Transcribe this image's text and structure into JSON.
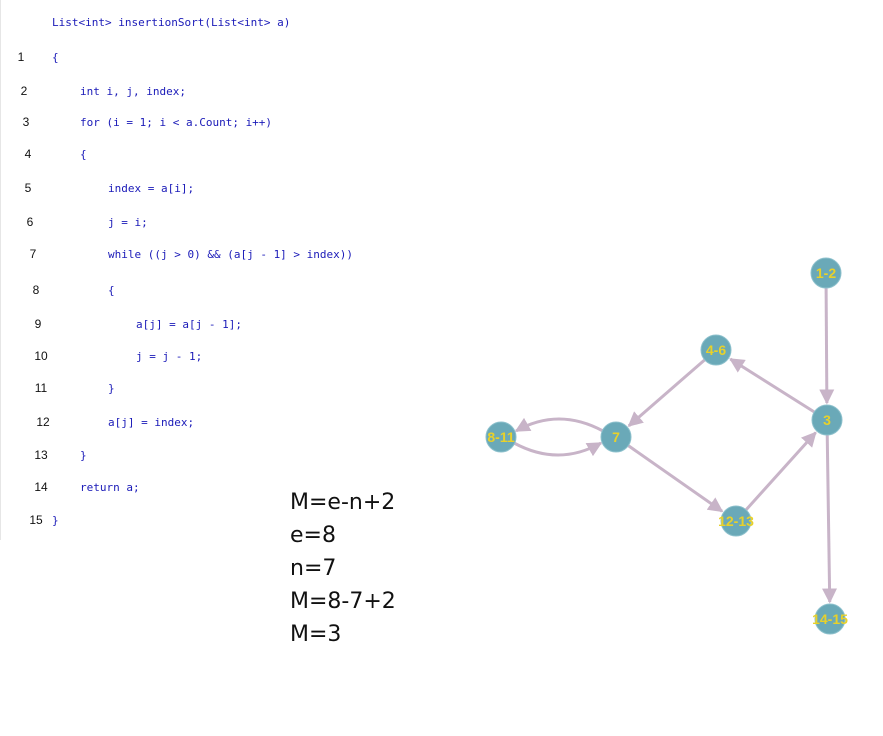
{
  "code": {
    "header": "List<int> insertionSort(List<int> a)",
    "lines": [
      {
        "num": "1",
        "text": "{"
      },
      {
        "num": "2",
        "text": "int i, j, index;"
      },
      {
        "num": "3",
        "text": "for (i = 1; i < a.Count; i++)"
      },
      {
        "num": "4",
        "text": "{"
      },
      {
        "num": "5",
        "text": "index = a[i];"
      },
      {
        "num": "6",
        "text": "j = i;"
      },
      {
        "num": "7",
        "text": "while ((j > 0) && (a[j - 1] > index))"
      },
      {
        "num": "8",
        "text": "{"
      },
      {
        "num": "9",
        "text": "a[j] = a[j - 1];"
      },
      {
        "num": "10",
        "text": "j = j - 1;"
      },
      {
        "num": "11",
        "text": "}"
      },
      {
        "num": "12",
        "text": "a[j] = index;"
      },
      {
        "num": "13",
        "text": "}"
      },
      {
        "num": "14",
        "text": "return a;"
      },
      {
        "num": "15",
        "text": "}"
      }
    ]
  },
  "formula": [
    "M=e-n+2",
    "e=8",
    "n=7",
    "M=8-7+2",
    "M=3"
  ],
  "graph": {
    "nodes": [
      {
        "id": "n12",
        "label": "1-2"
      },
      {
        "id": "n3",
        "label": "3"
      },
      {
        "id": "n46",
        "label": "4-6"
      },
      {
        "id": "n7",
        "label": "7"
      },
      {
        "id": "n811",
        "label": "8-11"
      },
      {
        "id": "n1213",
        "label": "12-13"
      },
      {
        "id": "n1415",
        "label": "14-15"
      }
    ],
    "edges": [
      {
        "from": "n12",
        "to": "n3"
      },
      {
        "from": "n3",
        "to": "n46"
      },
      {
        "from": "n46",
        "to": "n7"
      },
      {
        "from": "n7",
        "to": "n811"
      },
      {
        "from": "n811",
        "to": "n7"
      },
      {
        "from": "n7",
        "to": "n1213"
      },
      {
        "from": "n1213",
        "to": "n3"
      },
      {
        "from": "n3",
        "to": "n1415"
      }
    ],
    "colors": {
      "node_fill": "#6aa9b8",
      "node_label": "#e8d12a",
      "edge": "#c8b4c8"
    }
  }
}
